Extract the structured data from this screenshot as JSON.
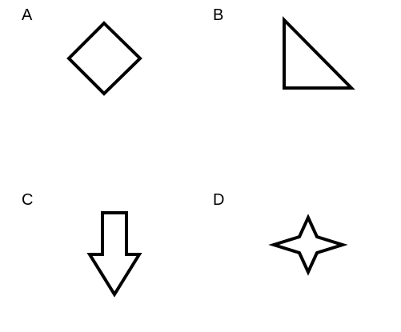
{
  "options": [
    {
      "label": "A",
      "shape": "diamond"
    },
    {
      "label": "B",
      "shape": "right-triangle"
    },
    {
      "label": "C",
      "shape": "down-arrow"
    },
    {
      "label": "D",
      "shape": "four-point-star"
    }
  ],
  "colors": {
    "background": "#ffffff",
    "stroke": "#000000"
  }
}
